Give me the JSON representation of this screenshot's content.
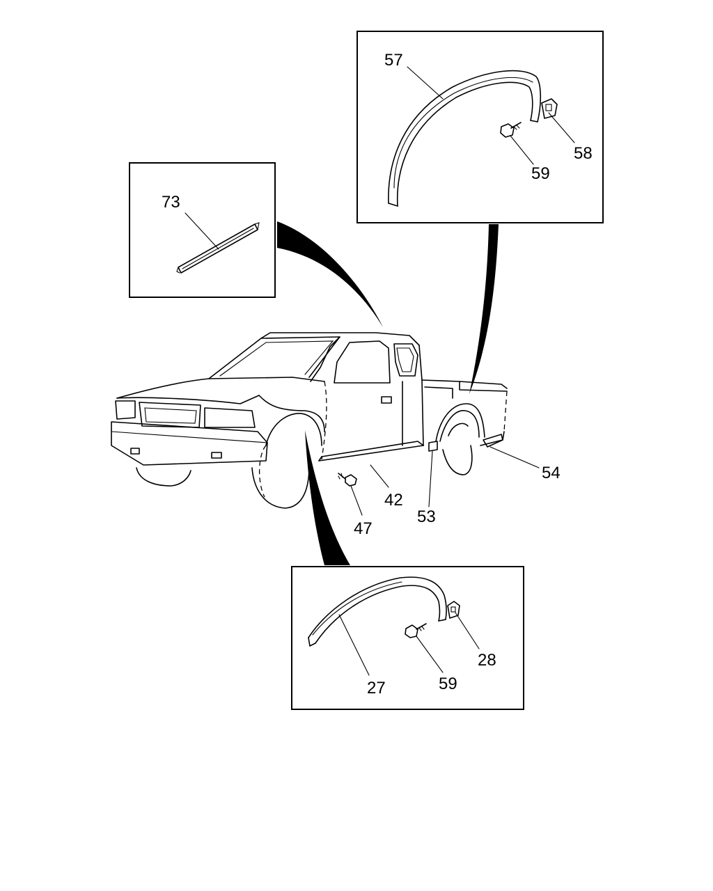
{
  "callouts": {
    "c57": "57",
    "c58": "58",
    "c59a": "59",
    "c73": "73",
    "c54": "54",
    "c42": "42",
    "c53": "53",
    "c47": "47",
    "c27": "27",
    "c28": "28",
    "c59b": "59"
  }
}
